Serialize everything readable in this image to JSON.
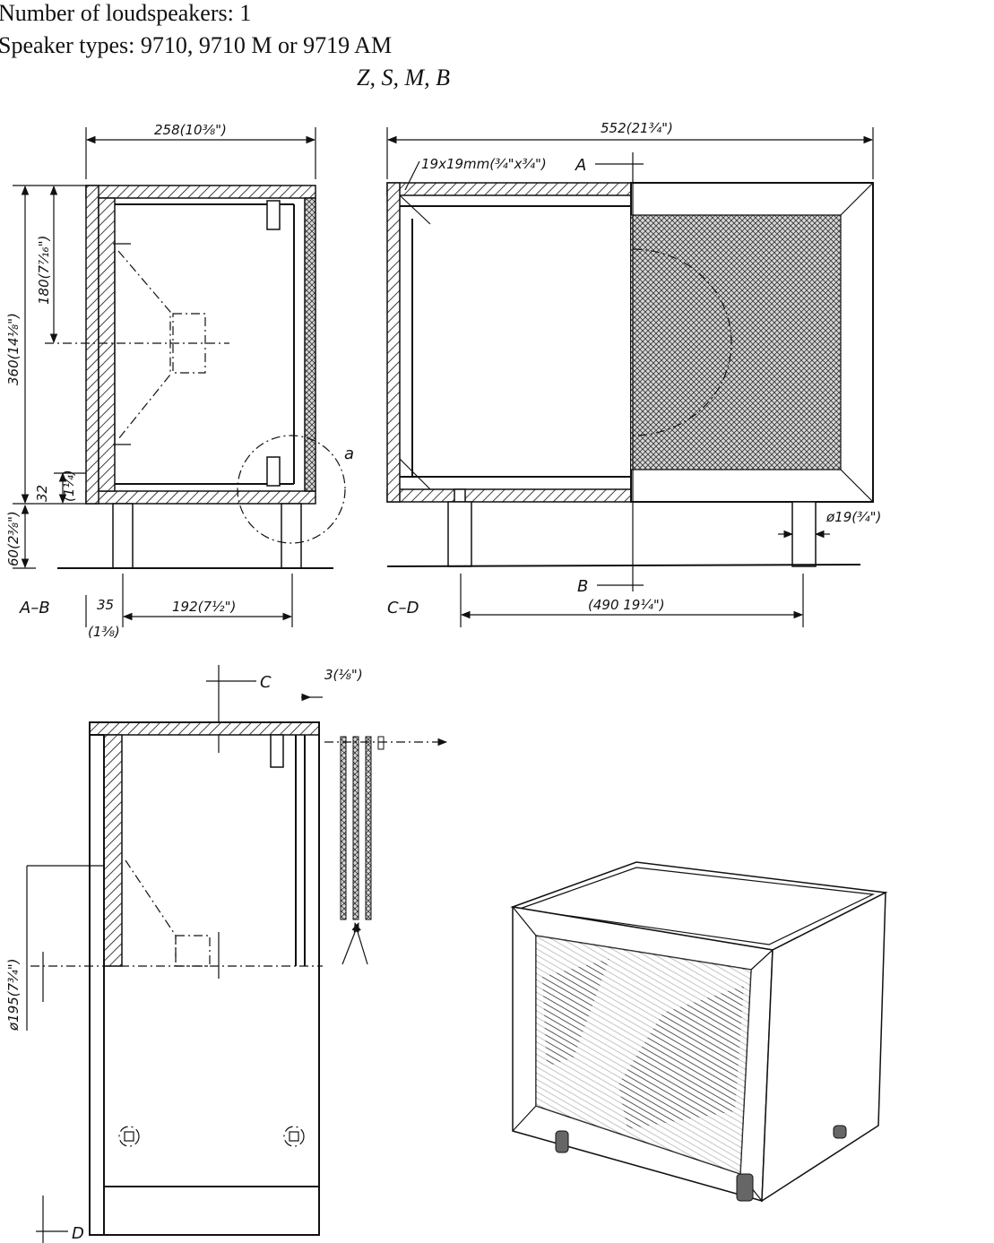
{
  "header": {
    "line1": "Number of loudspeakers: 1",
    "line2": "Speaker types:  9710, 9710 M or 9719 AM",
    "line3": "Z, S, M, B"
  },
  "section_ab": {
    "width_top": "258(10⅜\")",
    "height_total": "360(14⅛\")",
    "height_center": "180(7⁷⁄₁₆\")",
    "height_bottom": "32",
    "height_bottom_in": "(1¼)",
    "legs": "60(2⅜\")",
    "offset_mm": "35",
    "offset_in": "(1⅜)",
    "leg_spacing": "192(7½\")",
    "detail": "a",
    "name": "A–B"
  },
  "section_cd": {
    "width_top": "552(21¾\")",
    "batten": "19x19mm(¾\"x¾\")",
    "leg_dia": "ø19(¾\")",
    "leg_spacing": "(490  19¼\")",
    "name": "C–D",
    "cut_a": "A",
    "cut_b": "B"
  },
  "plan_view": {
    "cut_c": "C",
    "cut_d": "D",
    "panel": "3(⅛\")",
    "diameter": "ø195(7¾\")"
  },
  "colors": {
    "ink": "#111111",
    "paper": "#ffffff"
  }
}
